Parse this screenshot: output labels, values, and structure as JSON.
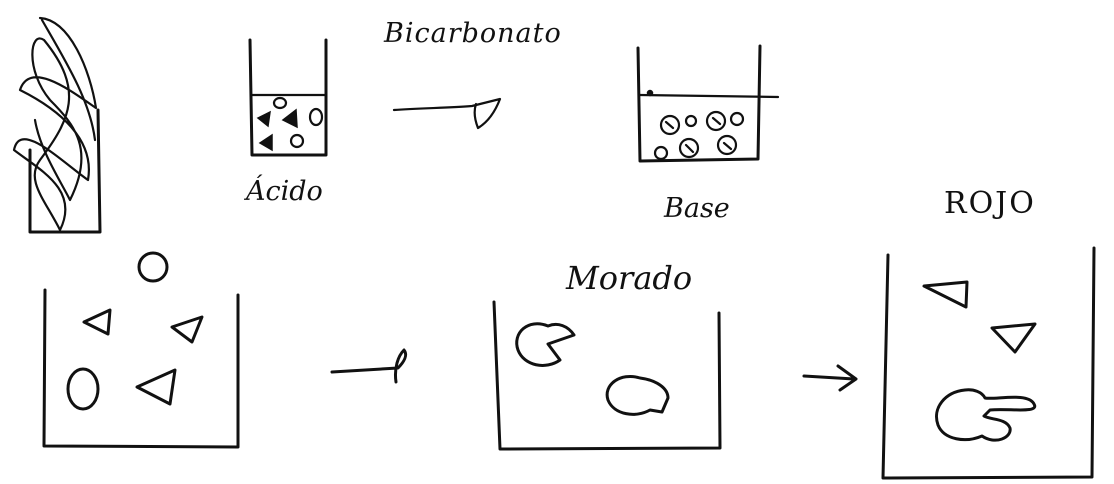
{
  "labels": {
    "bicarbonato": "Bicarbonato",
    "acido": "Ácido",
    "base": "Base",
    "rojo": "ROJO",
    "morado": "Morado"
  },
  "colors": {
    "ink": "#111111",
    "paper": "#ffffff"
  }
}
